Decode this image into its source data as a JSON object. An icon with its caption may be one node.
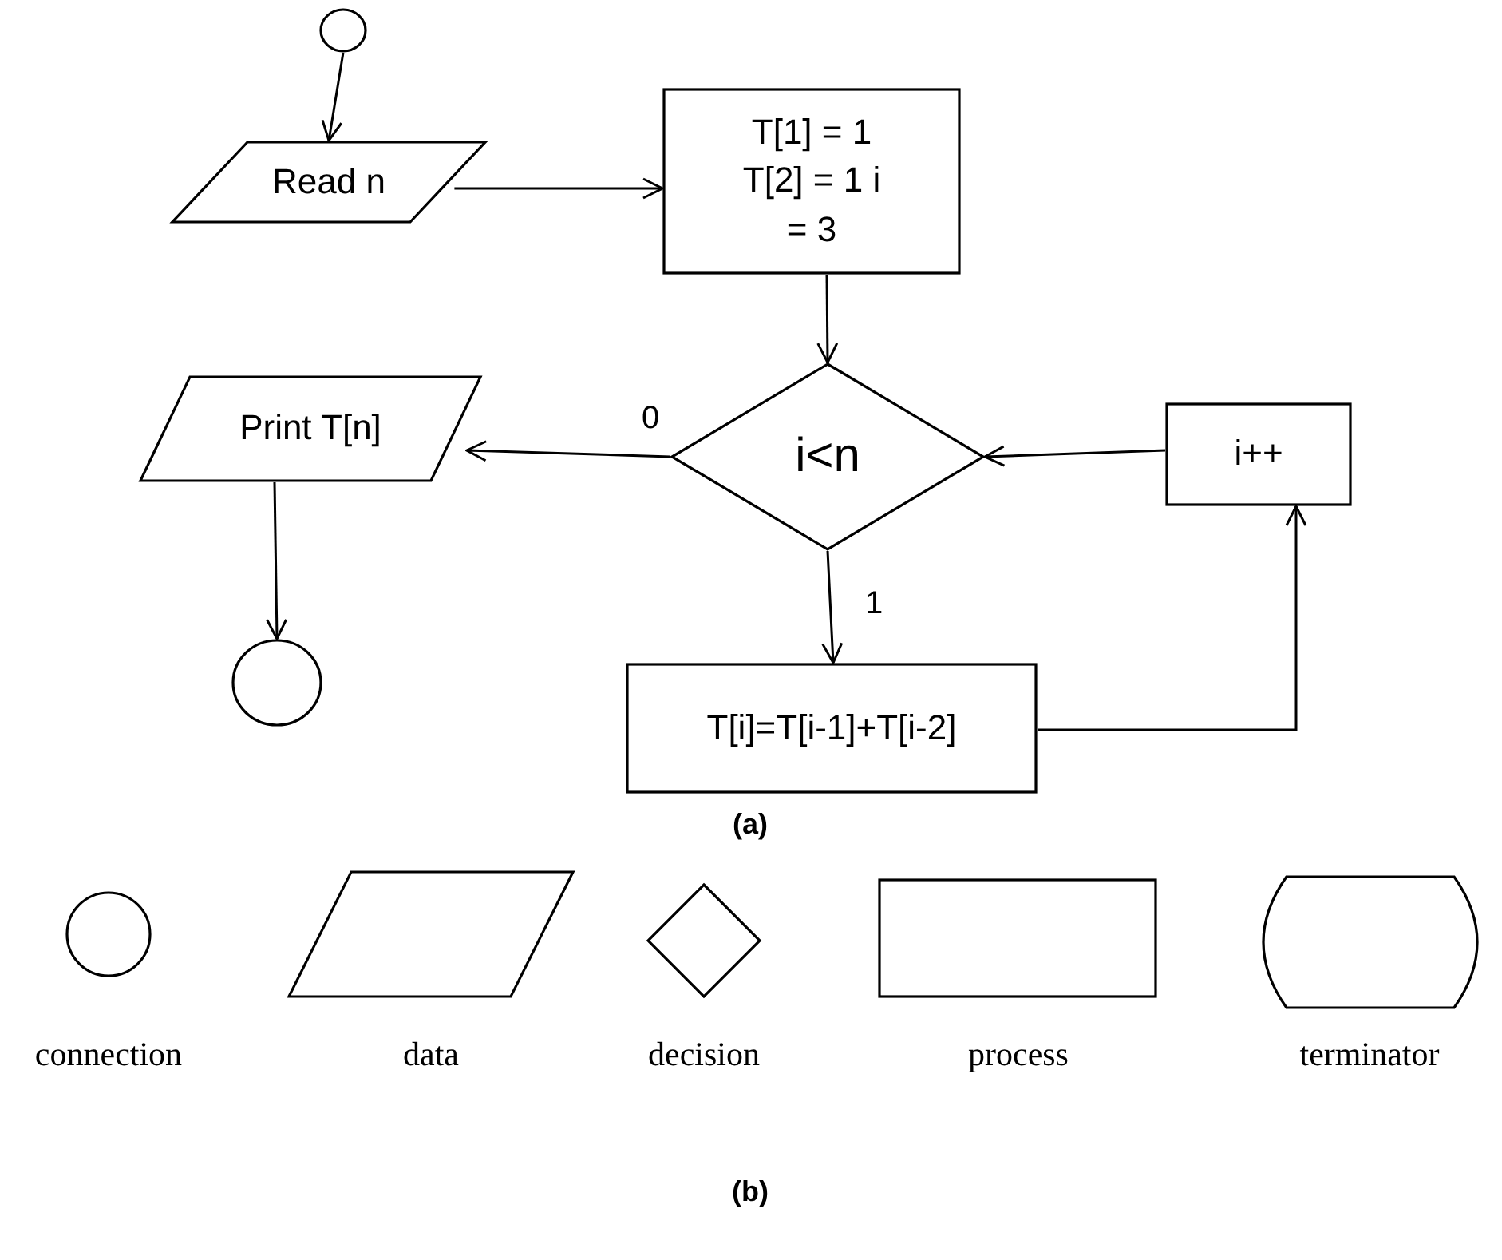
{
  "diagram": {
    "nodes": [
      {
        "text": [],
        "shape": "circle"
      },
      {
        "text": [
          "Read n"
        ]
      },
      {
        "text": [
          "T[1] = 1 T[2] = 1 i = 3"
        ]
      },
      {
        "text": [
          "i<n"
        ]
      },
      {
        "text": [
          "i++"
        ]
      },
      {
        "text": [
          "Print T[n]"
        ]
      },
      {
        "text": [],
        "shape": "circle"
      },
      {
        "text": [
          "T[i]=T[i-1]+T[i-2]"
        ]
      },
      {
        "text": [],
        "shape": "circle"
      },
      {
        "text": [],
        "shape": "parallelogram"
      },
      {
        "text": [],
        "shape": "diamond"
      },
      {
        "text": [],
        "shape": "box"
      },
      {
        "text": [],
        "shape": "stadium"
      }
    ],
    "edges": [
      {
        "from": 0,
        "to": 1,
        "arrow": "to"
      },
      {
        "from": 1,
        "to": 2,
        "arrow": "to"
      },
      {
        "from": 2,
        "to": 3,
        "arrow": "to"
      },
      {
        "from": 3,
        "to": 5,
        "arrow": "to",
        "label": "0"
      },
      {
        "from": 3,
        "to": 7,
        "arrow": "to",
        "label": "1"
      },
      {
        "from": 7,
        "to": 4,
        "arrow": "to"
      },
      {
        "from": 4,
        "to": 3,
        "arrow": "to"
      },
      {
        "from": 5,
        "to": 6,
        "arrow": "to"
      }
    ],
    "labels": [
      "(a)",
      "connection",
      "data",
      "decision",
      "process",
      "terminator",
      "(b)"
    ]
  }
}
